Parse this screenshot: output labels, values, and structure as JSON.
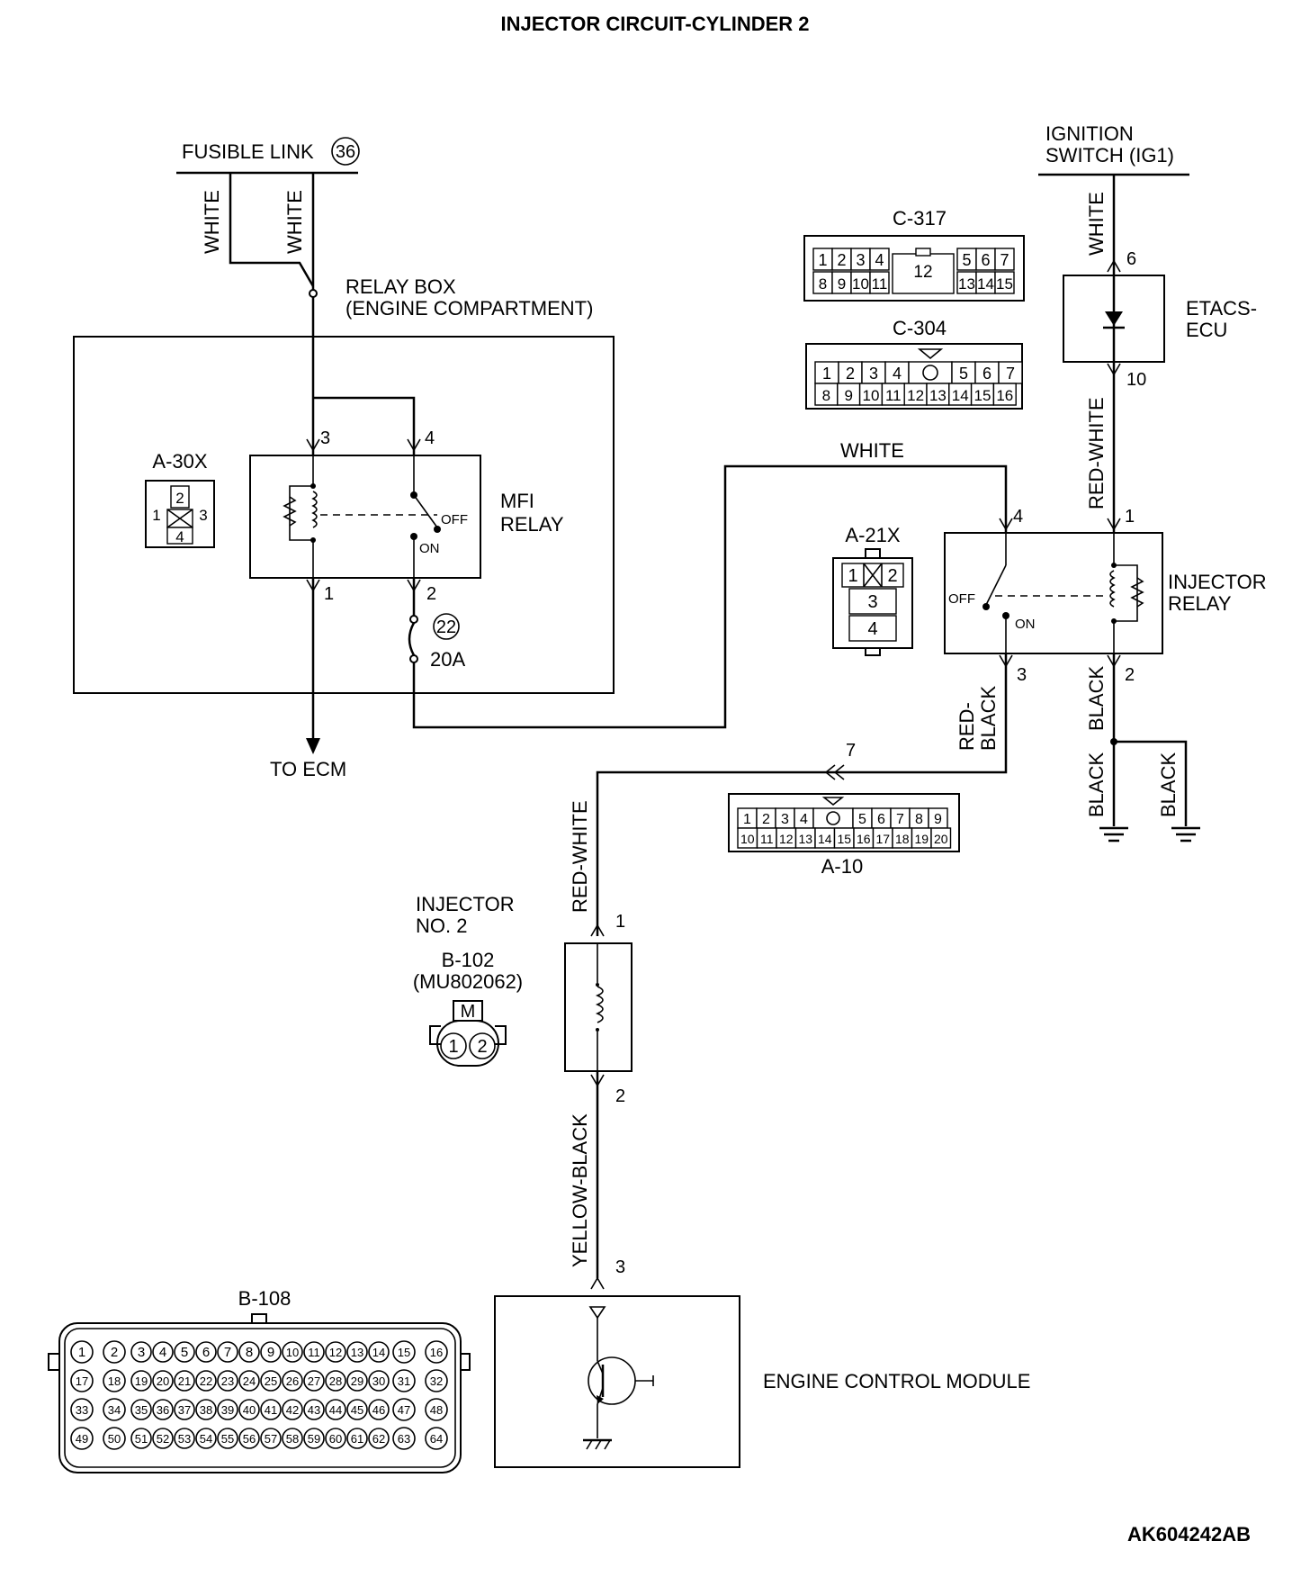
{
  "title": "INJECTOR CIRCUIT-CYLINDER 2",
  "figure_id": "AK604242AB",
  "fusible_link": {
    "label": "FUSIBLE LINK",
    "number": "36"
  },
  "ignition_switch": {
    "line1": "IGNITION",
    "line2": "SWITCH (IG1)"
  },
  "relay_box": {
    "line1": "RELAY BOX",
    "line2": "(ENGINE COMPARTMENT)"
  },
  "mfi_relay": {
    "line1": "MFI",
    "line2": "RELAY",
    "off": "OFF",
    "on": "ON",
    "pins": [
      "3",
      "4",
      "1",
      "2"
    ]
  },
  "fuse": {
    "number": "22",
    "rating": "20A"
  },
  "to_ecm": "TO ECM",
  "etacs": {
    "line1": "ETACS-",
    "line2": "ECU",
    "pin_in": "6",
    "pin_out": "10"
  },
  "injector_relay": {
    "line1": "INJECTOR",
    "line2": "RELAY",
    "off": "OFF",
    "on": "ON",
    "pins": [
      "4",
      "1",
      "3",
      "2"
    ]
  },
  "injector": {
    "line1": "INJECTOR",
    "line2": "NO. 2",
    "connector": "B-102",
    "part": "(MU802062)",
    "pins": [
      "1",
      "2"
    ],
    "plug_mark": "M"
  },
  "ecm": {
    "label": "ENGINE CONTROL MODULE",
    "pin": "3"
  },
  "junction_pin": "7",
  "wires": {
    "white1": "WHITE",
    "white2": "WHITE",
    "white3": "WHITE",
    "white_top": "WHITE",
    "red_white_top": "RED-WHITE",
    "red_black_1": "RED-",
    "red_black_2": "BLACK",
    "black1": "BLACK",
    "black2": "BLACK",
    "black3": "BLACK",
    "red_white_inj": "RED-WHITE",
    "yellow_black": "YELLOW-BLACK"
  },
  "connectors": {
    "a30x": {
      "name": "A-30X",
      "pins": [
        "2",
        "1",
        "3",
        "4"
      ]
    },
    "a21x": {
      "name": "A-21X",
      "pins": [
        "1",
        "2",
        "3",
        "4"
      ]
    },
    "c317": {
      "name": "C-317",
      "row1": [
        "1",
        "2",
        "3",
        "4",
        "5",
        "6",
        "7"
      ],
      "row2": [
        "8",
        "9",
        "10",
        "11",
        "13",
        "14",
        "15"
      ],
      "center": "12"
    },
    "c304": {
      "name": "C-304",
      "row1": [
        "1",
        "2",
        "3",
        "4",
        "5",
        "6",
        "7"
      ],
      "row2": [
        "8",
        "9",
        "10",
        "11",
        "12",
        "13",
        "14",
        "15",
        "16"
      ]
    },
    "a10": {
      "name": "A-10",
      "row1": [
        "1",
        "2",
        "3",
        "4",
        "5",
        "6",
        "7",
        "8",
        "9"
      ],
      "row2": [
        "10",
        "11",
        "12",
        "13",
        "14",
        "15",
        "16",
        "17",
        "18",
        "19",
        "20"
      ]
    },
    "b108": {
      "name": "B-108"
    }
  }
}
